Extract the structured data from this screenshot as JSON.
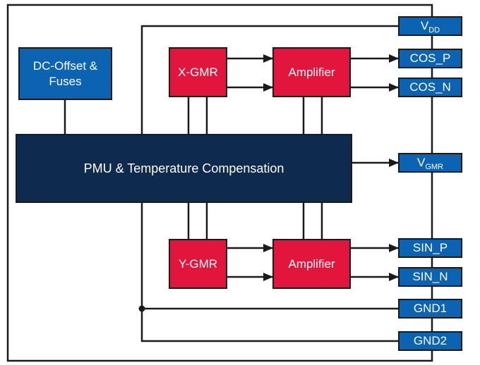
{
  "blocks": {
    "dc_offset": {
      "line1": "DC-Offset &",
      "line2": "Fuses"
    },
    "x_gmr": "X-GMR",
    "y_gmr": "Y-GMR",
    "amp_top": "Amplifier",
    "amp_bottom": "Amplifier",
    "pmu": "PMU & Temperature Compensation"
  },
  "pins": {
    "vdd": {
      "main": "V",
      "sub": "DD"
    },
    "cos_p": "COS_P",
    "cos_n": "COS_N",
    "vgmr": {
      "main": "V",
      "sub": "GMR"
    },
    "sin_p": "SIN_P",
    "sin_n": "SIN_N",
    "gnd1": "GND1",
    "gnd2": "GND2"
  },
  "colors": {
    "pin_blue": "#0b63b2",
    "gmr_red": "#e2163c",
    "pmu_navy": "#0e2a4e",
    "line": "#1a1a1a"
  }
}
